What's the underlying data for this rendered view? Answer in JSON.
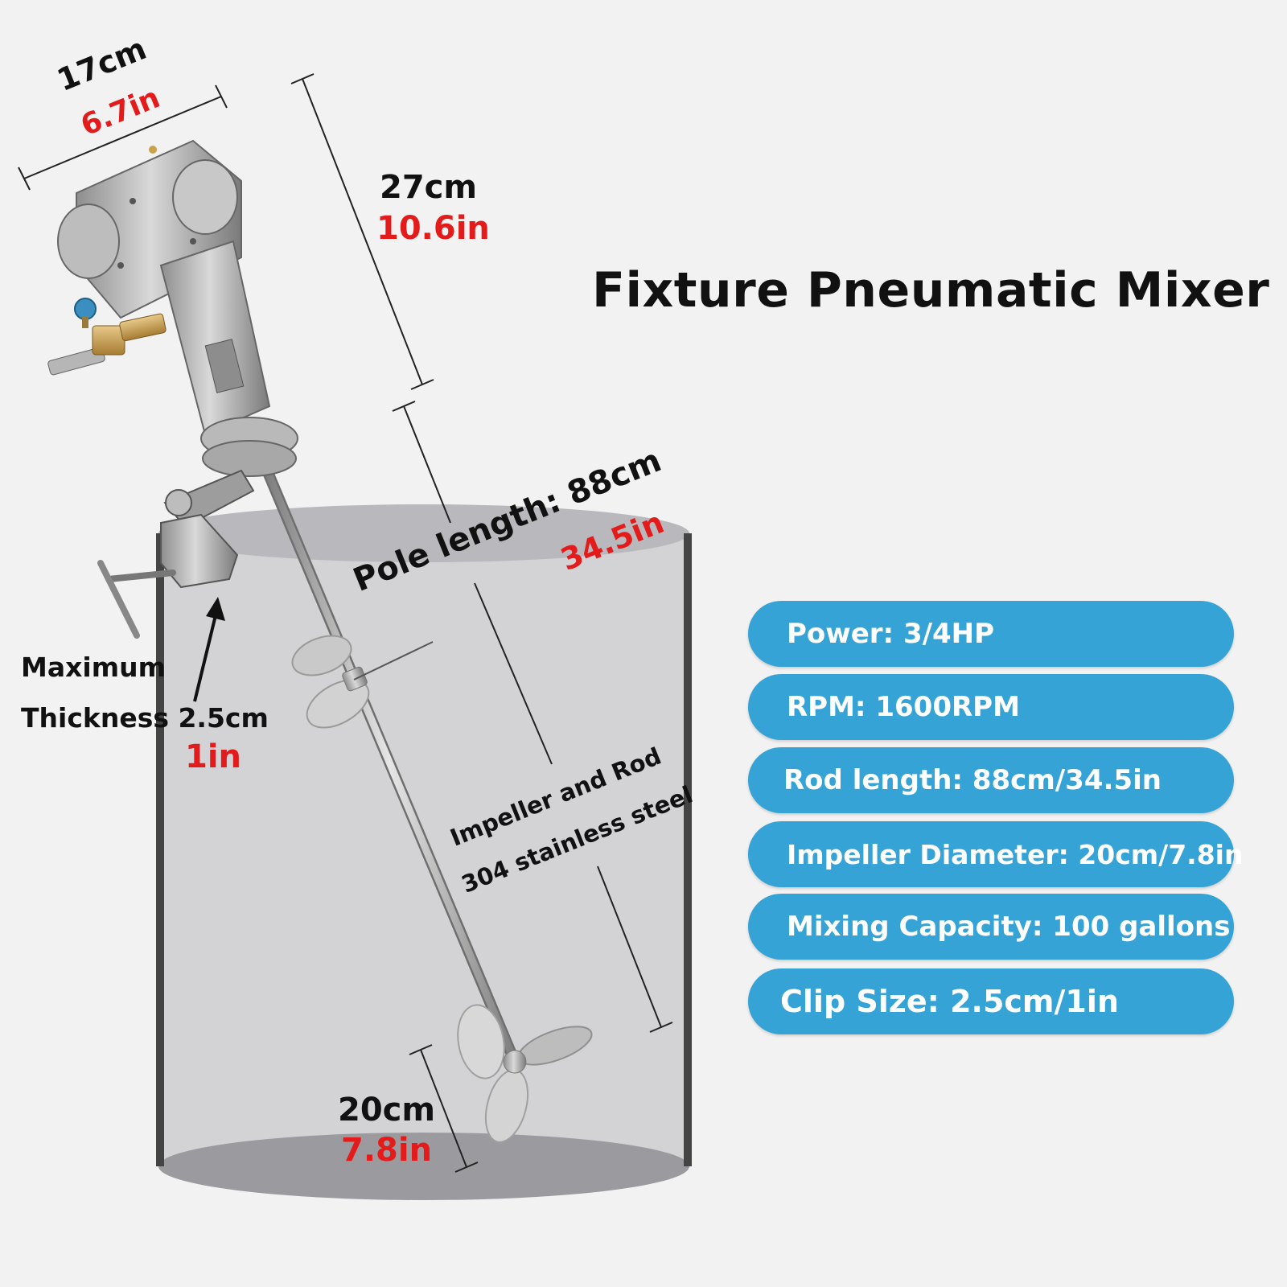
{
  "title": "Fixture Pneumatic Mixer",
  "dimensions": {
    "motor_width": {
      "metric": "17cm",
      "imperial": "6.7in"
    },
    "motor_height": {
      "metric": "27cm",
      "imperial": "10.6in"
    },
    "pole_length": {
      "metric": "Pole length: 88cm",
      "imperial": "34.5in"
    },
    "impeller": {
      "metric": "20cm",
      "imperial": "7.8in"
    },
    "clamp": {
      "line1": "Maximum",
      "line2": "Thickness 2.5cm",
      "imperial": "1in"
    }
  },
  "material": {
    "line1": "Impeller and Rod",
    "line2": "304 stainless steel"
  },
  "specs": [
    {
      "label": "Power: 3/4HP"
    },
    {
      "label": "RPM: 1600RPM"
    },
    {
      "label": "Rod length: 88cm/34.5in"
    },
    {
      "label": "Impeller Diameter: 20cm/7.8in"
    },
    {
      "label": "Mixing Capacity: 100 gallons"
    },
    {
      "label": "Clip Size: 2.5cm/1in"
    }
  ],
  "colors": {
    "accent_pill": "#36a3d6",
    "imperial_text": "#e31b1b",
    "tank": "#d3d3d6"
  }
}
